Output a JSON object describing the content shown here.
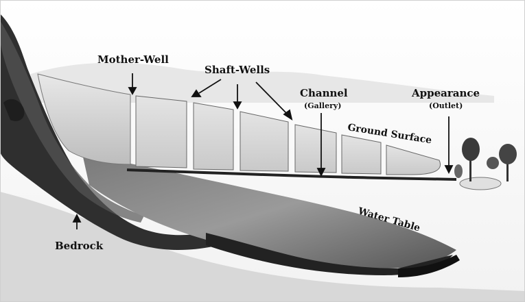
{
  "labels": {
    "mother_well": "Mother-Well",
    "shaft_wells": "Shaft-Wells",
    "channel": "Channel",
    "gallery": "(Gallery)",
    "appearance": "Appearance",
    "outlet": "(Outlet)",
    "ground_surface": "Ground Surface",
    "water_table": "Water Table",
    "bedrock": "Bedrock"
  },
  "colors": {
    "background": "#ffffff",
    "ink": "#111111"
  }
}
